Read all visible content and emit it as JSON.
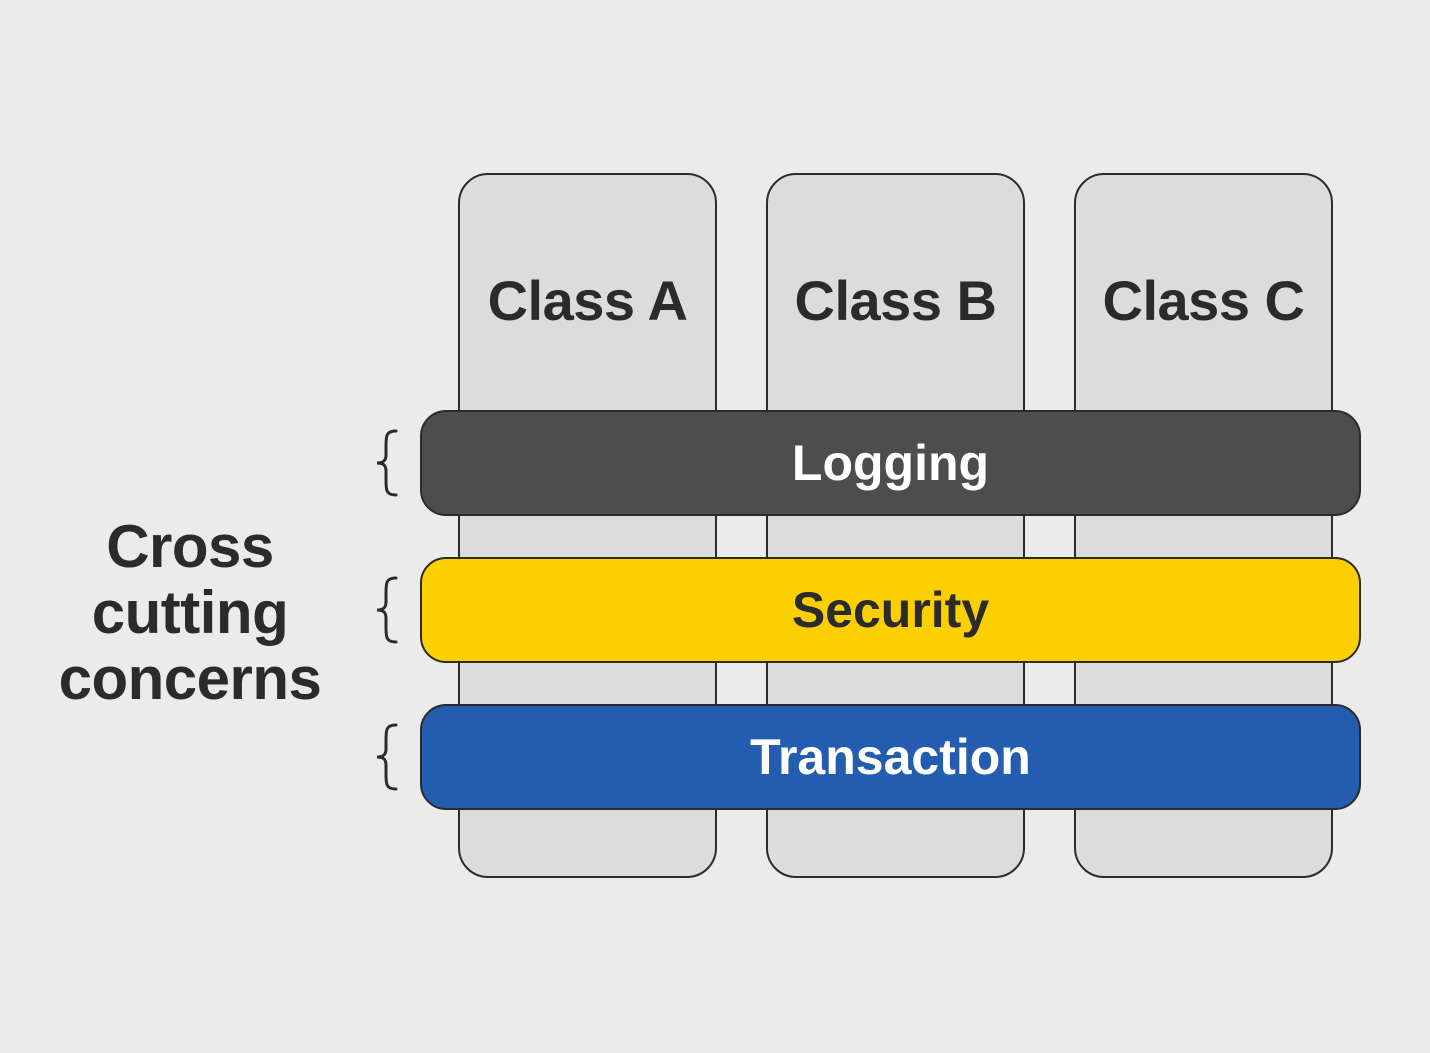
{
  "diagram": {
    "classes": [
      {
        "label": "Class A"
      },
      {
        "label": "Class B"
      },
      {
        "label": "Class C"
      }
    ],
    "concerns": [
      {
        "label": "Logging",
        "color": "#4d4d4d"
      },
      {
        "label": "Security",
        "color": "#fcd000"
      },
      {
        "label": "Transaction",
        "color": "#245db0"
      }
    ],
    "side_label": {
      "lines": [
        "Cross",
        "cutting",
        "concerns"
      ]
    }
  }
}
